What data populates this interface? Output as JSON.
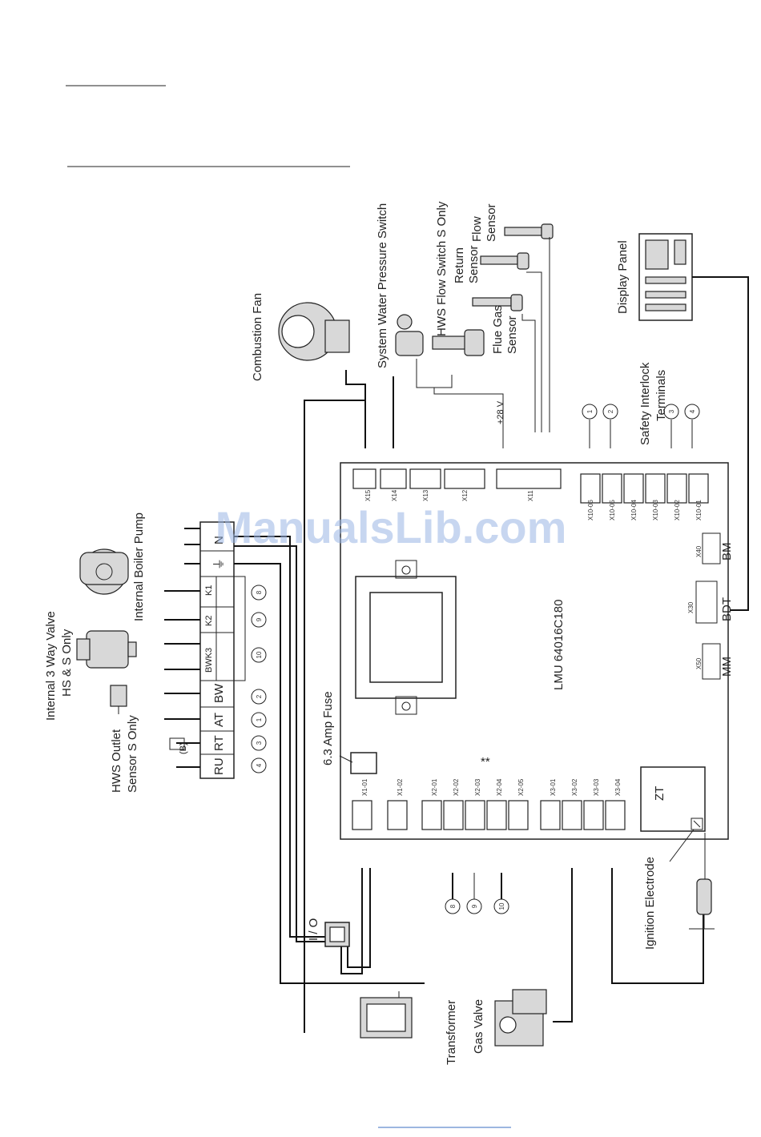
{
  "watermark": "ManualsLib.com",
  "board": {
    "model": "LMU 64016C180"
  },
  "components": {
    "internal_3way_valve": [
      "Internal 3 Way Valve",
      "HS & S Only"
    ],
    "internal_boiler_pump": "Internal Boiler Pump",
    "hws_outlet_sensor": [
      "HWS Outlet",
      "Sensor S Only"
    ],
    "combustion_fan": "Combustion Fan",
    "system_water_pressure_switch": "System Water Pressure Switch",
    "hws_flow_switch": "HWS Flow Switch S Only",
    "return_sensor": [
      "Return",
      "Sensor"
    ],
    "flow_sensor": [
      "Flow",
      "Sensor"
    ],
    "flue_gas_sensor": [
      "Flue Gas",
      "Sensor"
    ],
    "display_panel": "Display Panel",
    "safety_interlock": [
      "Safety Interlock",
      "Terminals"
    ],
    "fuse": "6.3 Amp Fuse",
    "ignition_electrode": "Ignition Electrode",
    "transformer": "Transformer",
    "gas_valve": "Gas Valve",
    "io_switch": "I / O"
  },
  "connectors": {
    "top": [
      "X15",
      "X14",
      "X13",
      "X12",
      "X11"
    ],
    "interlock": [
      "X10-06",
      "X10-05",
      "X10-04",
      "X10-03",
      "X10-02",
      "X10-01"
    ],
    "bottom": [
      "X1-01",
      "X1-02",
      "X2-01",
      "X2-02",
      "X2-03",
      "X2-04",
      "X2-05",
      "X3-01",
      "X3-02",
      "X3-03",
      "X3-04"
    ],
    "right": [
      "X40",
      "X30",
      "X50"
    ],
    "right_labels": [
      "BM",
      "BDT",
      "MM"
    ],
    "zt": "ZT"
  },
  "terminal_strip": {
    "blocks": [
      "RU",
      "RT",
      "AT",
      "BW",
      "BWK3",
      "K2",
      "K1",
      "⏚",
      "N"
    ],
    "circled": [
      "4",
      "3",
      "1",
      "2",
      "10",
      "9",
      "8"
    ],
    "bracket": "(B)"
  },
  "markers": {
    "voltage": "+28 V",
    "asterisk": "**",
    "circled_bottom": [
      "8",
      "9",
      "10"
    ],
    "circled_interlock": [
      "1",
      "2",
      "3",
      "4"
    ]
  }
}
